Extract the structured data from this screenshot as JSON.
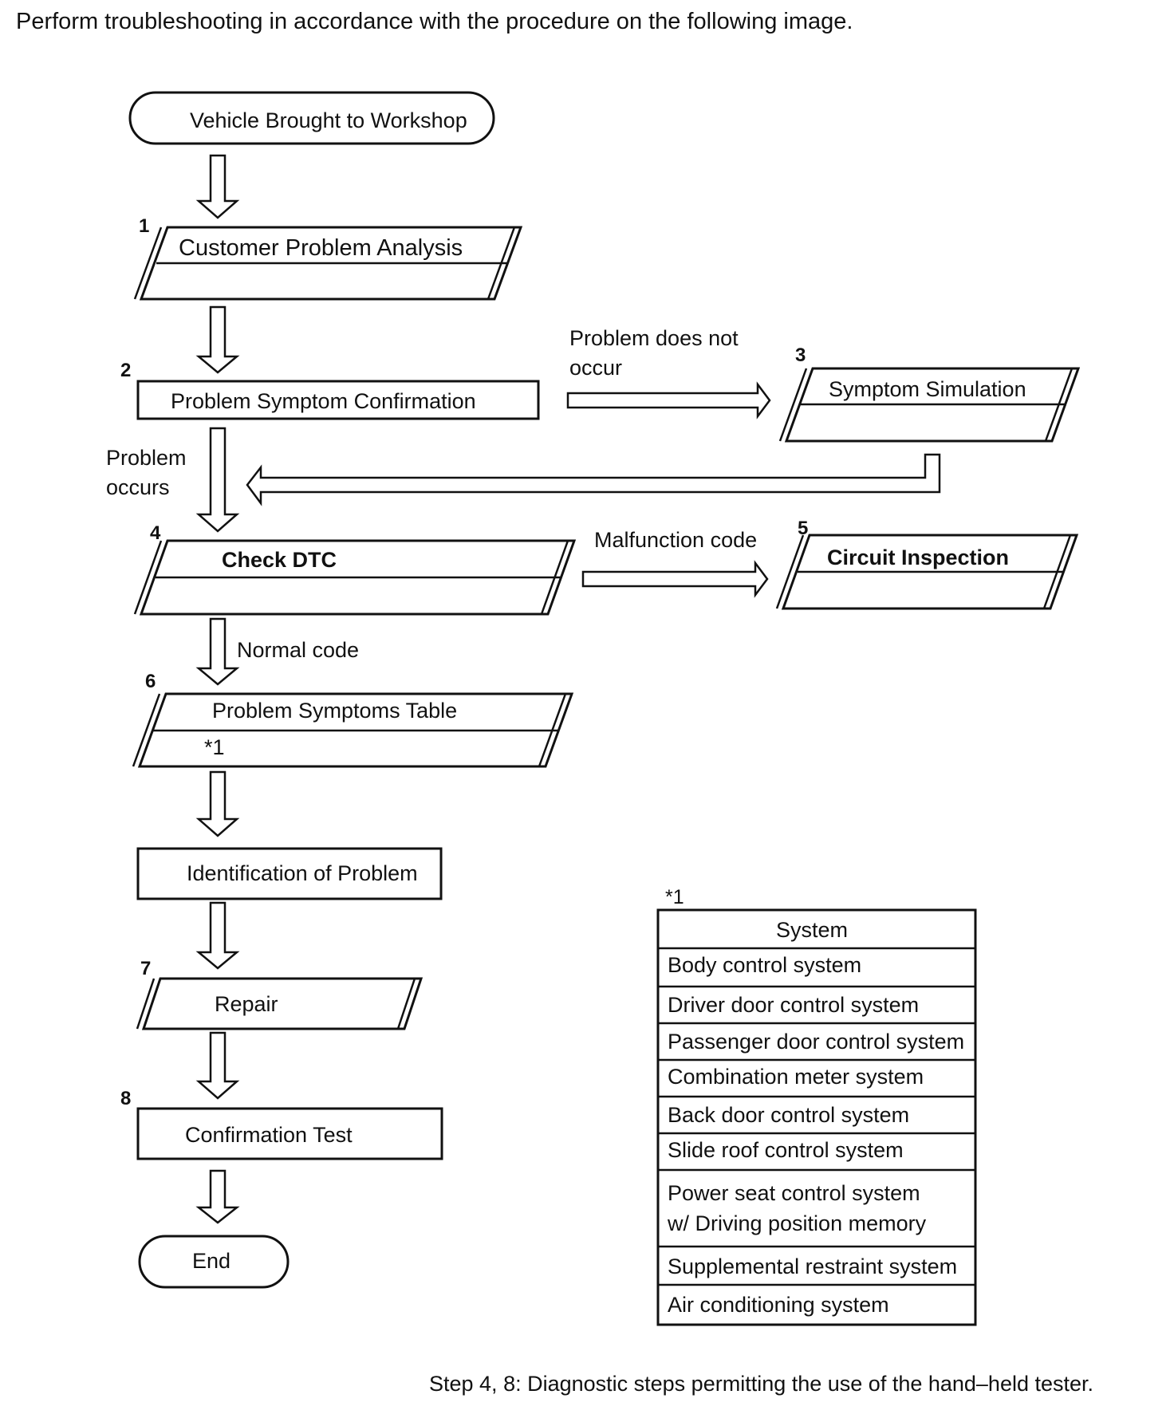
{
  "intro": "Perform troubleshooting in accordance with the procedure on the following image.",
  "footnote": "Step 4, 8: Diagnostic steps permitting the use of the hand–held tester.",
  "steps": {
    "start": {
      "label": "Vehicle Brought to Workshop"
    },
    "s1": {
      "num": "1",
      "label": "Customer Problem Analysis"
    },
    "s2": {
      "num": "2",
      "label": "Problem Symptom Confirmation"
    },
    "s3": {
      "num": "3",
      "label": "Symptom Simulation"
    },
    "s4": {
      "num": "4",
      "label": "Check DTC"
    },
    "s5": {
      "num": "5",
      "label": "Circuit Inspection"
    },
    "s6": {
      "num": "6",
      "label": "Problem Symptoms Table",
      "note": "*1"
    },
    "ident": {
      "label": "Identification of Problem"
    },
    "s7": {
      "num": "7",
      "label": "Repair"
    },
    "s8": {
      "num": "8",
      "label": "Confirmation Test"
    },
    "end": {
      "label": "End"
    }
  },
  "edges": {
    "not_occur_line1": "Problem  does  not",
    "not_occur_line2": "occur",
    "occurs_line1": "Problem",
    "occurs_line2": "occurs",
    "malfunction": "Malfunction code",
    "normal": "Normal code"
  },
  "table": {
    "ref": "*1",
    "header": "System",
    "rows": [
      [
        "Body control system"
      ],
      [
        "Driver door control system"
      ],
      [
        "Passenger door control system"
      ],
      [
        "Combination meter system"
      ],
      [
        "Back door control system"
      ],
      [
        "Slide roof control system"
      ],
      [
        "Power seat control system",
        "w/ Driving position memory"
      ],
      [
        "Supplemental restraint system"
      ],
      [
        "Air conditioning system"
      ]
    ]
  }
}
